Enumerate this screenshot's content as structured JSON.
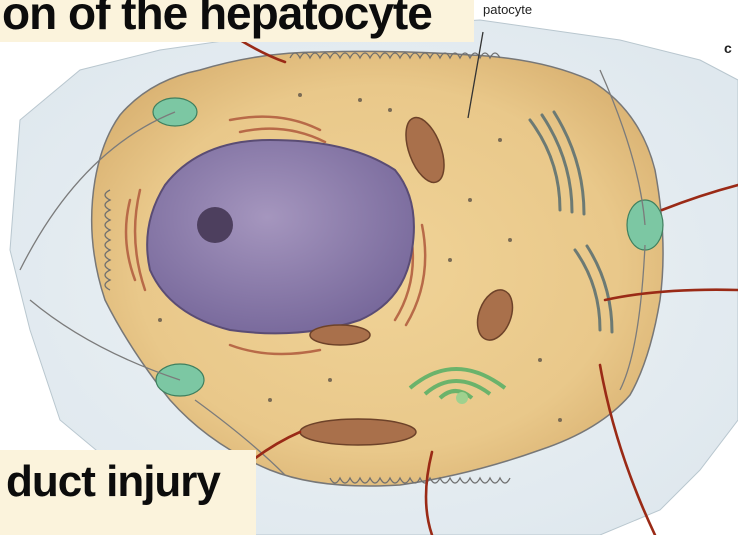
{
  "banners": {
    "top": "on of the hepatocyte",
    "bottom": "duct injury"
  },
  "labels": {
    "hepatocyte": "patocyte",
    "edge_c": "c"
  },
  "colors": {
    "cytoplasm": "#e9c88a",
    "nucleus": "#8a7aa6",
    "nucleolus": "#4d3f5e",
    "desmosome": "#7cc7a3",
    "mitochondria": "#a9704b",
    "leader_lines": "#9a2a16",
    "banner_bg": "#fbf3dc"
  }
}
